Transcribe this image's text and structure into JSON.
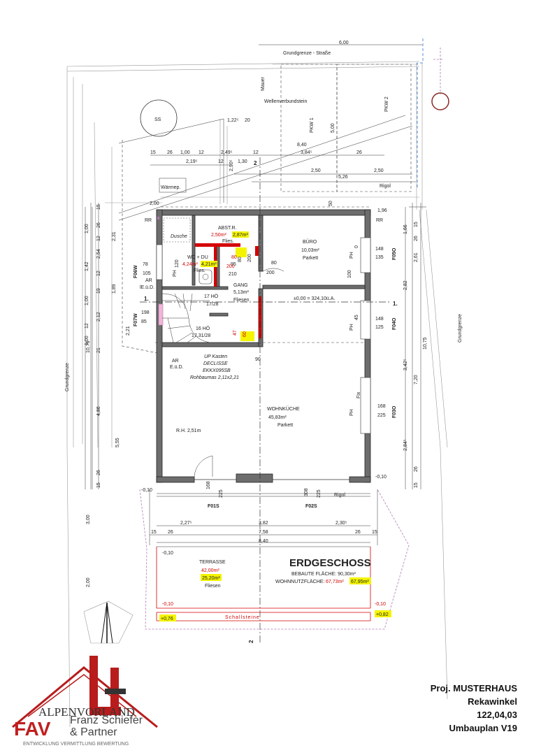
{
  "plan": {
    "title": "ERDGESCHOSS",
    "bebaute_flaeche": "BEBAUTE FLÄCHE: 90,30m²",
    "wohnnutzflaeche_label": "WOHNNUTZFLÄCHE:",
    "wohnnutzflaeche_value": "67,73m²",
    "wohnnutzflaeche_new": "67,95m²"
  },
  "labels": {
    "grundgrenze_strasse": "Grundgrenze - Straße",
    "grundgrenze": "Grundgrenze",
    "mauer": "Mauer",
    "wellenverbundstein": "Wellenverbundstein",
    "pkw1": "PKW 1",
    "pkw2": "PKW 2",
    "rigol": "Rigol",
    "waermep": "Wärmep.",
    "ss": "SS",
    "rr": "RR",
    "schallsteine": "Schallsteine",
    "section_1": "1.",
    "section_2": "2",
    "level_0": "±0,00 = 324,10ü.A.",
    "level_m010": "-0,10",
    "level_p076": "+0,76",
    "level_p082": "+0,82",
    "up_kasten": [
      "UP Kasten",
      "DECLISSE",
      "EKKX095SB",
      "Rohbaumas 2,11x2,21"
    ],
    "ar_top": [
      "AR",
      "lE.ü.D."
    ],
    "ar_bottom": [
      "AR",
      "E.ü.D."
    ],
    "hoehe": "R.H. 2,51m",
    "stair_17": [
      "17 HÖ",
      "17/28"
    ],
    "stair_16": [
      "16 HÖ",
      "17,31/28"
    ],
    "fix": "Fix"
  },
  "rooms": [
    {
      "name": "ABST.R.",
      "area": "2,50m²",
      "area_new": "2,87m²",
      "floor": "Flies."
    },
    {
      "name": "WC + DU",
      "area": "4,24m²",
      "area_new": "4,21m²",
      "floor": "Flies."
    },
    {
      "name": "Dusche",
      "area": "",
      "area_new": "",
      "floor": ""
    },
    {
      "name": "BÜRO",
      "area": "10,03m²",
      "area_new": "",
      "floor": "Parkett"
    },
    {
      "name": "GANG",
      "area": "5,13m²",
      "area_new": "",
      "floor": "Fliesen"
    },
    {
      "name": "WOHNKÜCHE",
      "area": "45,83m²",
      "area_new": "",
      "floor": "Parkett"
    },
    {
      "name": "TERRASSE",
      "area": "42,00m²",
      "area_new": "25,20m²",
      "floor": "Fliesen"
    }
  ],
  "windows": [
    "F05O",
    "F04O",
    "F03O",
    "F06W",
    "F07W",
    "F01S",
    "F02S"
  ],
  "dimensions": {
    "top": [
      "6,00",
      "1,22⁵",
      "20",
      "8,40",
      "15",
      "26",
      "1,00",
      "12",
      "2,49⁵",
      "12",
      "3,84⁵",
      "26",
      "2,19⁵",
      "12",
      "1,30",
      "2,50",
      "5,26",
      "2,50",
      "2,00",
      "1,96",
      "50",
      "5,00",
      "2,90⁵"
    ],
    "left": [
      "15",
      "26",
      "1,00",
      "12",
      "2,54",
      "1,42",
      "12",
      "19",
      "1,00",
      "2,12",
      "12",
      "1,00",
      "21",
      "10,75",
      "4,86",
      "26",
      "15",
      "5,55",
      "2,31",
      "1,89",
      "2,21",
      "3,00",
      "2,00"
    ],
    "right": [
      "15",
      "26",
      "1,66",
      "2,61",
      "2,82",
      "10,75",
      "3,42⁵",
      "7,20",
      "2,84⁵",
      "26",
      "15"
    ],
    "bottom": [
      "2,27⁵",
      "3,82",
      "2,30⁵",
      "15",
      "26",
      "7,58",
      "26",
      "15",
      "8,40"
    ],
    "openings": [
      "148",
      "135",
      "148",
      "125",
      "168",
      "225",
      "168",
      "225",
      "308",
      "225",
      "78",
      "105",
      "198",
      "85",
      "120",
      "80",
      "200",
      "80",
      "200",
      "80",
      "200",
      "95",
      "210",
      "47",
      "60",
      "90",
      "100",
      "0",
      "45"
    ],
    "misc": [
      "-0,10",
      "-0,10",
      "-0,10",
      "-0,10",
      "-0,10"
    ]
  },
  "titleblock": {
    "project": "Proj. MUSTERHAUS",
    "name": "Rekawinkel",
    "number": "122,04,03",
    "plan": "Umbauplan V19"
  },
  "logo": {
    "company": "Franz Schiefer",
    "partner": "& Partner",
    "brand": "ALPENVORLAND",
    "short": "FAV",
    "subtitle": "ENTWICKLUNG VERMITTLUNG BEWERTUNG"
  },
  "colors": {
    "wall": "#6d6d6d",
    "highlight": "#f4f400",
    "red": "#d40000",
    "pink": "#f2b5d6",
    "logo_red": "#b81c1c",
    "blue": "#5a8fd8"
  }
}
